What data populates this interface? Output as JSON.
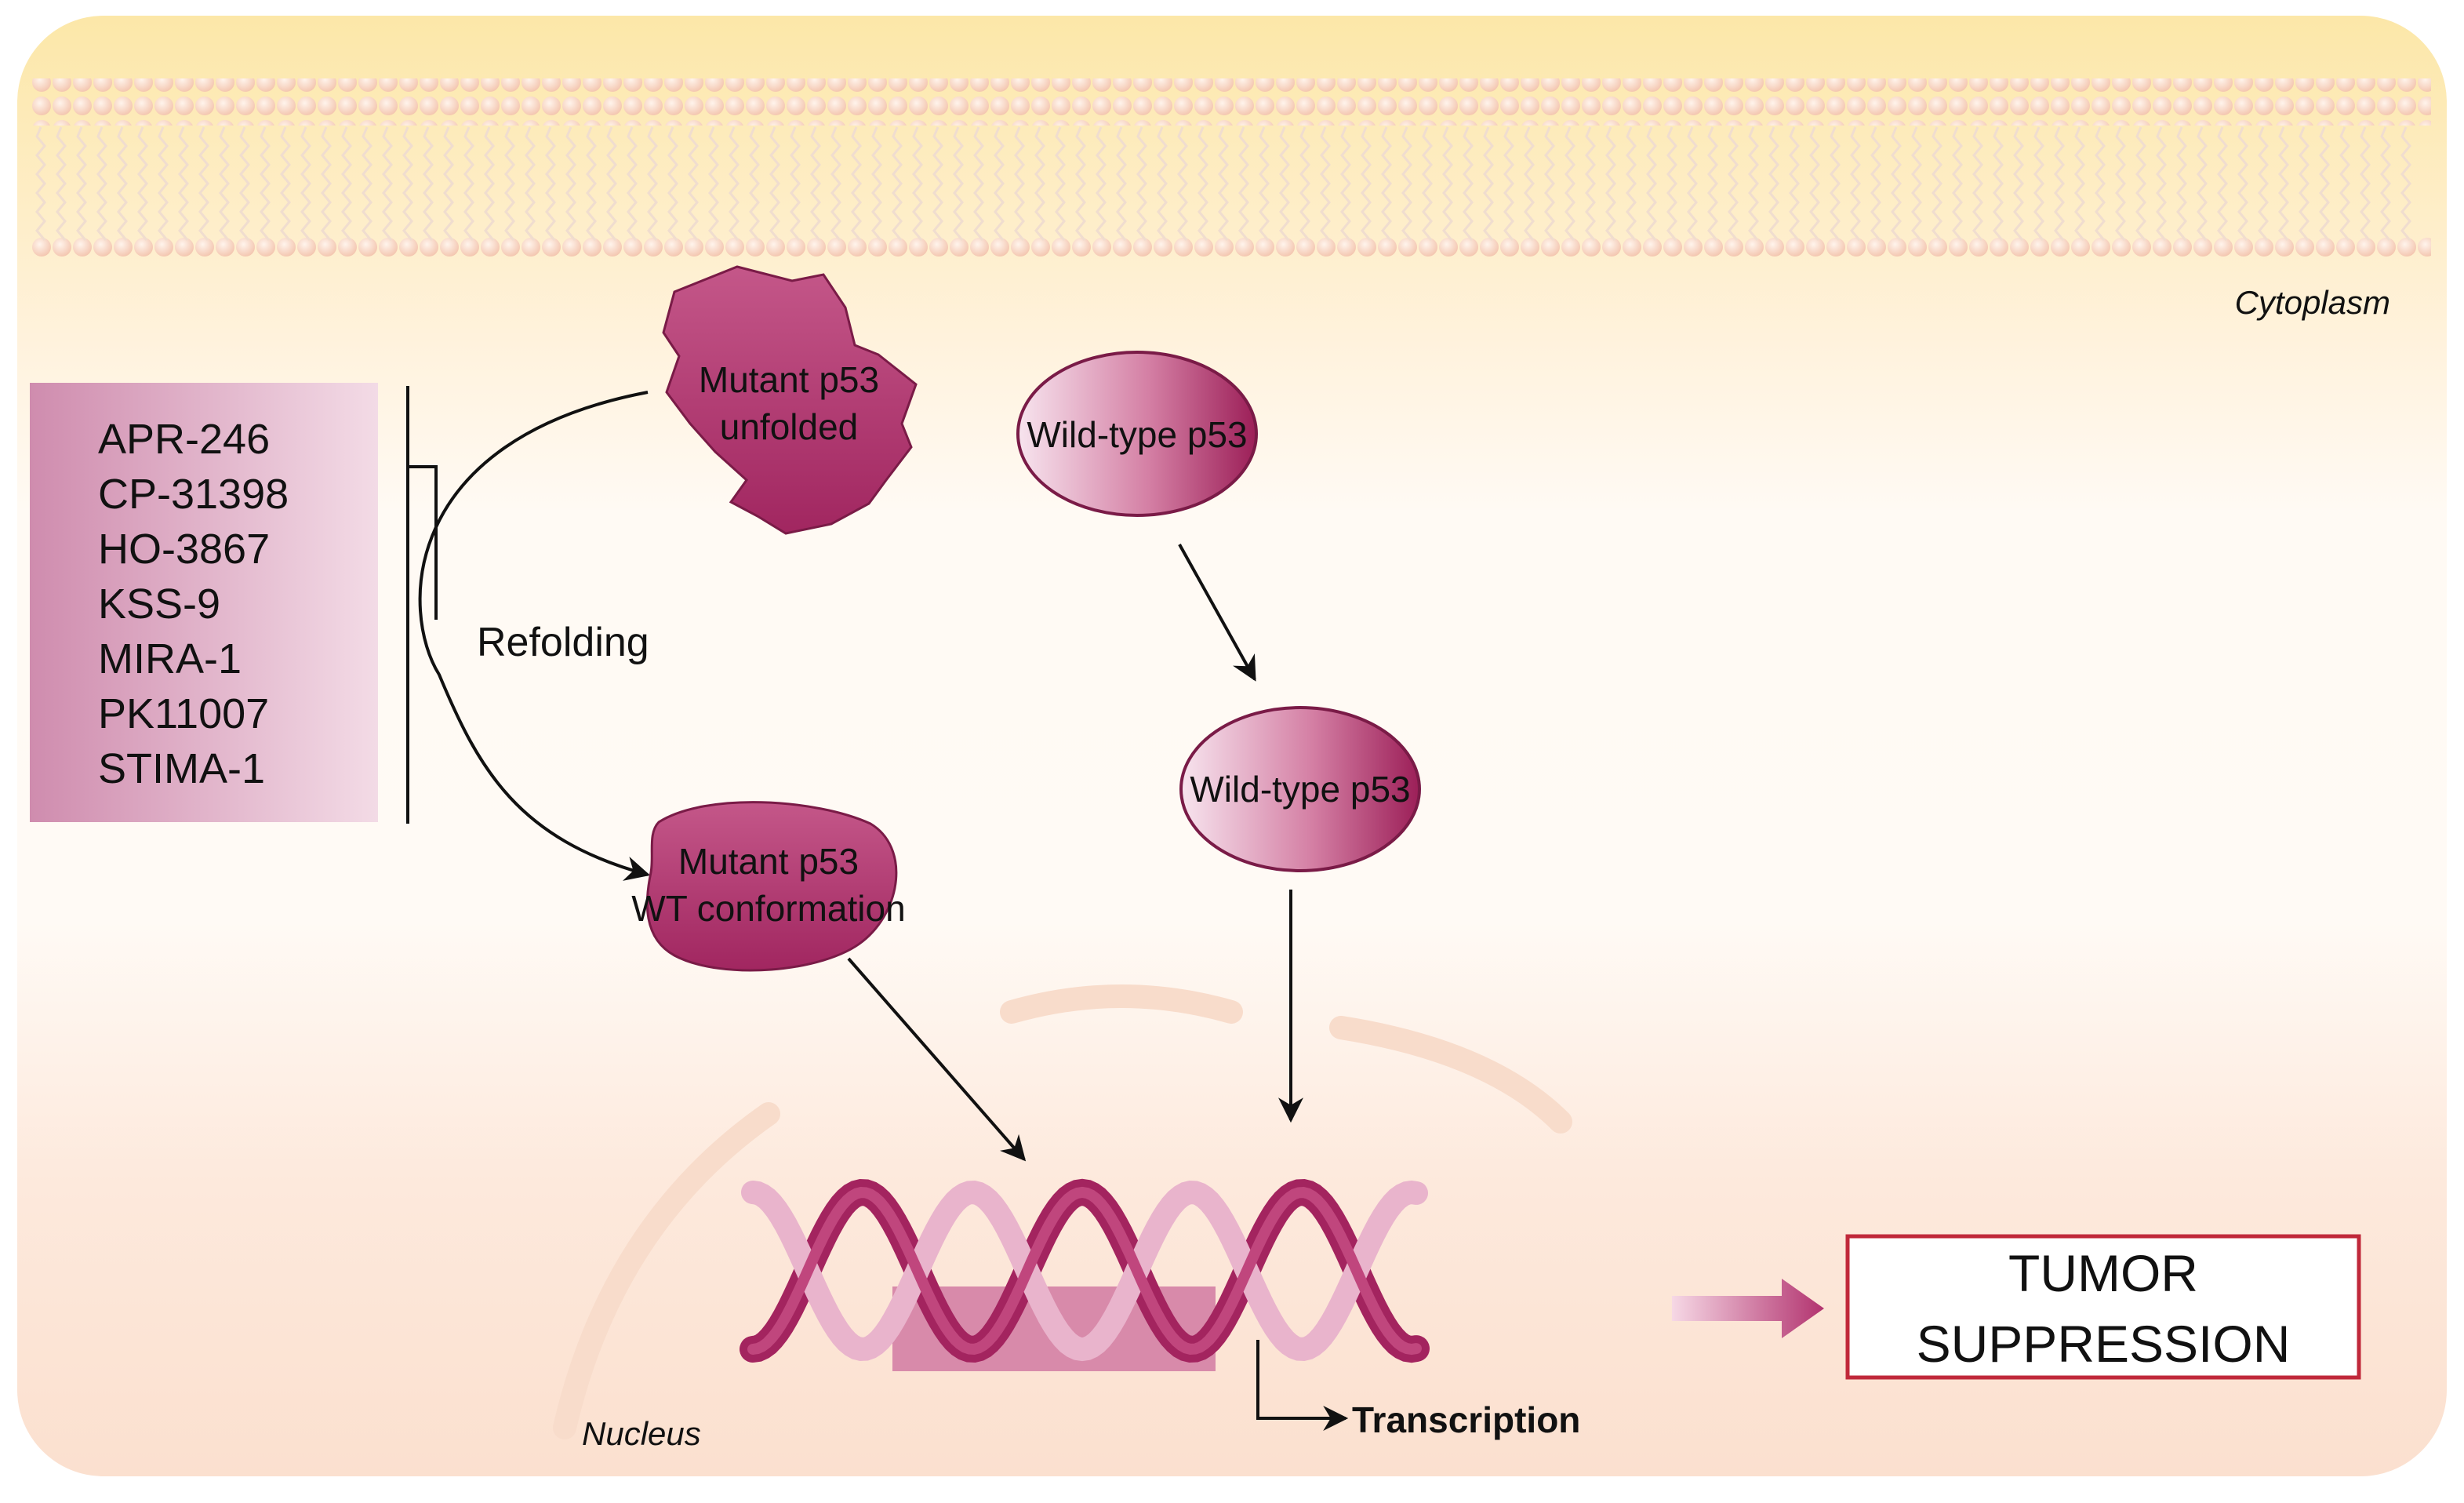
{
  "compartments": {
    "cytoplasm": "Cytoplasm",
    "nucleus": "Nucleus"
  },
  "drugs": [
    "APR-246",
    "CP-31398",
    "HO-3867",
    "KSS-9",
    "MIRA-1",
    "PK11007",
    "STIMA-1"
  ],
  "nodes": {
    "mutant_unfolded": [
      "Mutant p53",
      "unfolded"
    ],
    "mutant_wt": [
      "Mutant p53",
      "WT conformation"
    ],
    "wild_type_cyto": "Wild-type p53",
    "wild_type_nuc": "Wild-type p53"
  },
  "labels": {
    "refolding": "Refolding",
    "transcription": "Transcription"
  },
  "outcome": [
    "TUMOR",
    "SUPPRESSION"
  ],
  "colors": {
    "protein_dark": "#a3245f",
    "protein_light": "#f6e2ec",
    "drug_box": "#d7a0bb",
    "cytoplasm_band": "#fde7a8",
    "nucleus_fill": "#fbe3d2",
    "outcome_border": "#c0283a"
  }
}
